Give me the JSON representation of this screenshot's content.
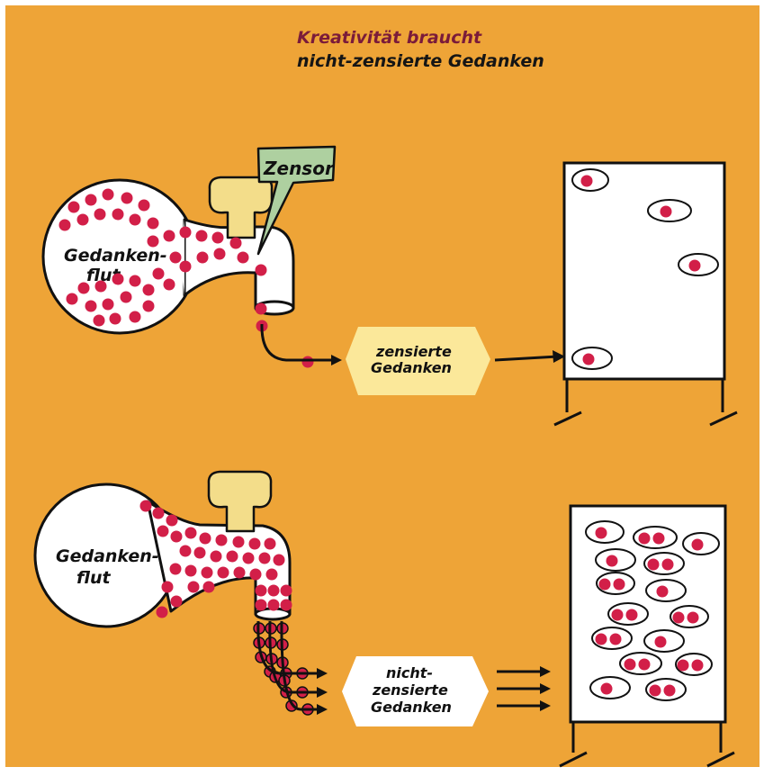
{
  "title": {
    "line1": "Kreativität braucht",
    "line2": "nicht-zensierte Gedanken"
  },
  "top_panel": {
    "flask_label_line1": "Gedanken-",
    "flask_label_line2": "flut",
    "censor_label": "Zensor",
    "output_label_line1": "zensierte",
    "output_label_line2": "Gedanken"
  },
  "bottom_panel": {
    "flask_label_line1": "Gedanken-",
    "flask_label_line2": "flut",
    "output_label_line1": "nicht-",
    "output_label_line2": "zensierte",
    "output_label_line3": "Gedanken"
  },
  "colors": {
    "background": "#eea437",
    "thought_dot": "#d21f48",
    "title_line1": "#7a1b3a",
    "title_line2": "#151515",
    "tap_handle": "#f3dd8a",
    "censor_box": "#aed0a0",
    "outline": "#111111"
  }
}
